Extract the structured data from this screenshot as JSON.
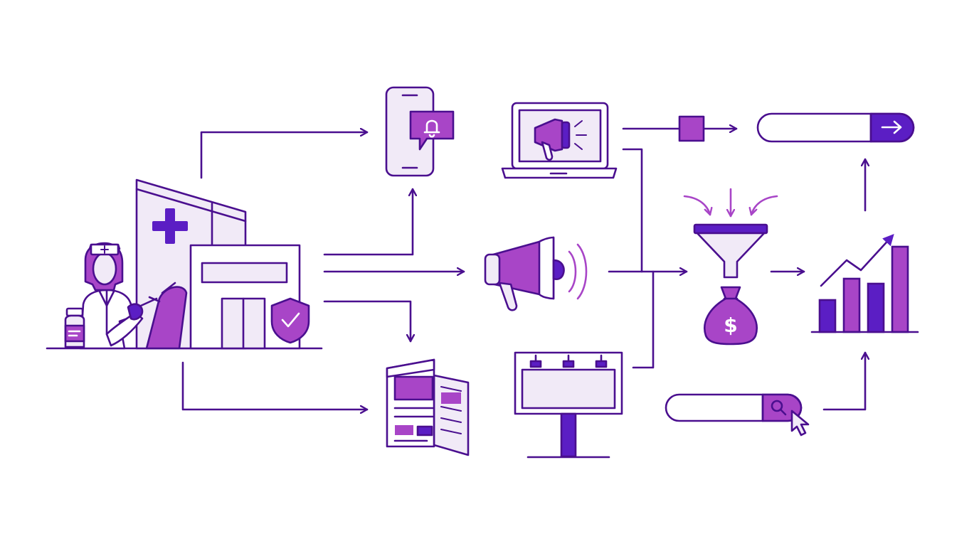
{
  "colors": {
    "outline": "#4a0f8f",
    "accent": "#a845c7",
    "accent_dark": "#5b1ec4",
    "light_fill": "#f1eaf7",
    "background": "#ffffff"
  },
  "icons": [
    "nurse-icon",
    "vaccine-vial-icon",
    "hospital-icon",
    "medical-cross-icon",
    "shield-check-icon",
    "smartphone-notification-icon",
    "laptop-megaphone-icon",
    "megaphone-icon",
    "newspaper-icon",
    "billboard-icon",
    "sales-funnel-icon",
    "money-bag-icon",
    "growth-chart-icon",
    "search-bar-icon",
    "progress-bar-icon",
    "mouse-cursor-icon"
  ],
  "search_bar": {
    "value": "",
    "icon": "search-icon"
  },
  "progress_bar": {
    "value_fraction": 0.78,
    "icon": "arrow-right-icon"
  },
  "growth_chart": {
    "bars": [
      0.3,
      0.5,
      0.45,
      0.8
    ],
    "bar_colors": [
      "#5b1ec4",
      "#a845c7",
      "#5b1ec4",
      "#a845c7"
    ]
  }
}
